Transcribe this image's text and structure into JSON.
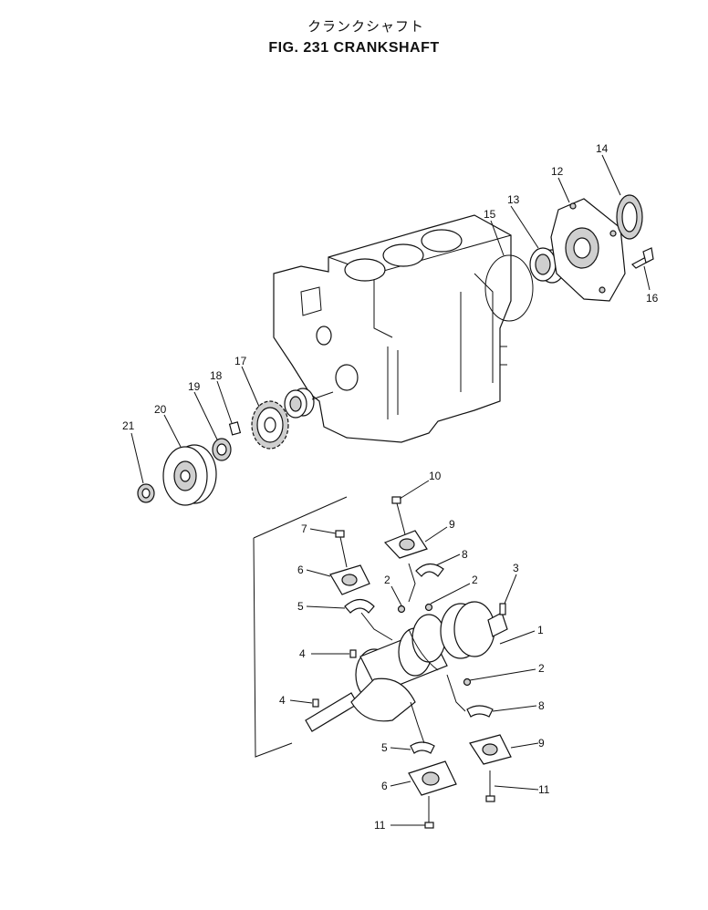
{
  "header": {
    "title_jp": "クランクシャフト",
    "title_en": "FIG. 231  CRANKSHAFT"
  },
  "callouts": {
    "c1": "1",
    "c2a": "2",
    "c2b": "2",
    "c2c": "2",
    "c3": "3",
    "c4a": "4",
    "c4b": "4",
    "c5a": "5",
    "c5b": "5",
    "c6a": "6",
    "c6b": "6",
    "c7": "7",
    "c8a": "8",
    "c8b": "8",
    "c9a": "9",
    "c9b": "9",
    "c10": "10",
    "c11a": "11",
    "c11b": "11",
    "c12": "12",
    "c13": "13",
    "c14": "14",
    "c15": "15",
    "c16": "16",
    "c17": "17",
    "c18": "18",
    "c19": "19",
    "c20": "20",
    "c21": "21"
  }
}
